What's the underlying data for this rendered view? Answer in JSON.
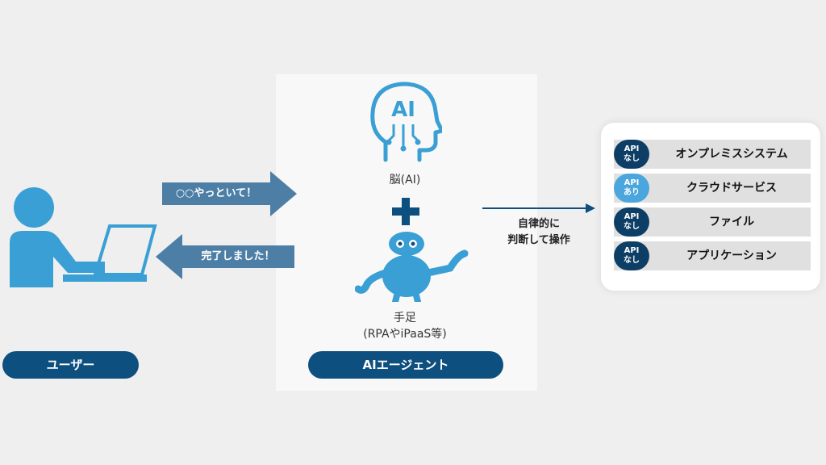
{
  "user": {
    "label": "ユーザー"
  },
  "requests": {
    "request_text": "○○やっといて！",
    "reply_text": "完了しました！"
  },
  "agent": {
    "brain_icon_text": "AI",
    "brain_caption": "脳(AI)",
    "limbs_caption_line1": "手足",
    "limbs_caption_line2": "(RPAやiPaaS等)",
    "label": "AIエージェント"
  },
  "action": {
    "line1": "自律的に",
    "line2": "判断して操作"
  },
  "targets": [
    {
      "api_top": "API",
      "api_bottom": "なし",
      "label": "オンプレミスシステム",
      "api_color": "#0d3f66"
    },
    {
      "api_top": "API",
      "api_bottom": "あり",
      "label": "クラウドサービス",
      "api_color": "#4aa6dc"
    },
    {
      "api_top": "API",
      "api_bottom": "なし",
      "label": "ファイル",
      "api_color": "#0d3f66"
    },
    {
      "api_top": "API",
      "api_bottom": "なし",
      "label": "アプリケーション",
      "api_color": "#0d3f66"
    }
  ],
  "colors": {
    "primary": "#0d4f7f",
    "accent": "#3a9fd4",
    "arrow": "#4d7fa6"
  }
}
